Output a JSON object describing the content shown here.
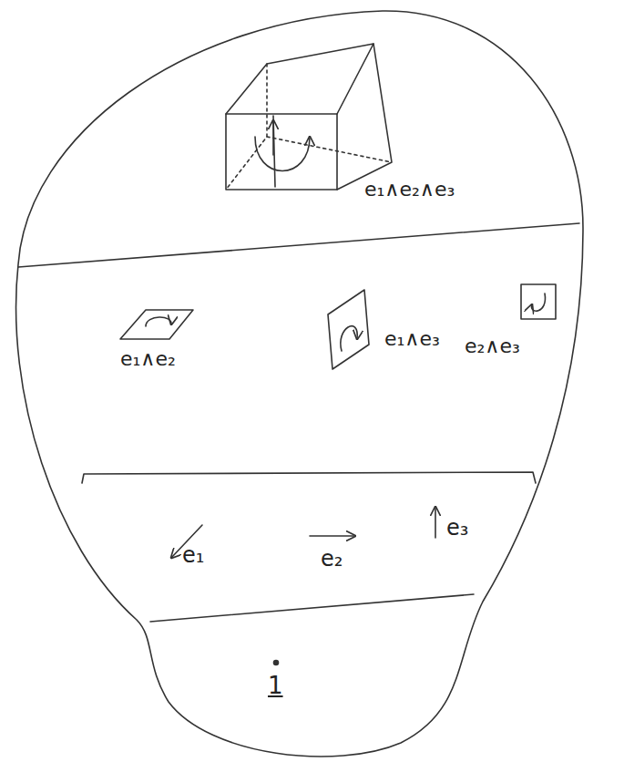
{
  "diagram": {
    "labels": [
      "e₁∧e₂∧e₃",
      "e₁∧e₂",
      "e₁∧e₃",
      "e₂∧e₃",
      "e₁",
      "e₂",
      "e₃",
      "1"
    ]
  }
}
